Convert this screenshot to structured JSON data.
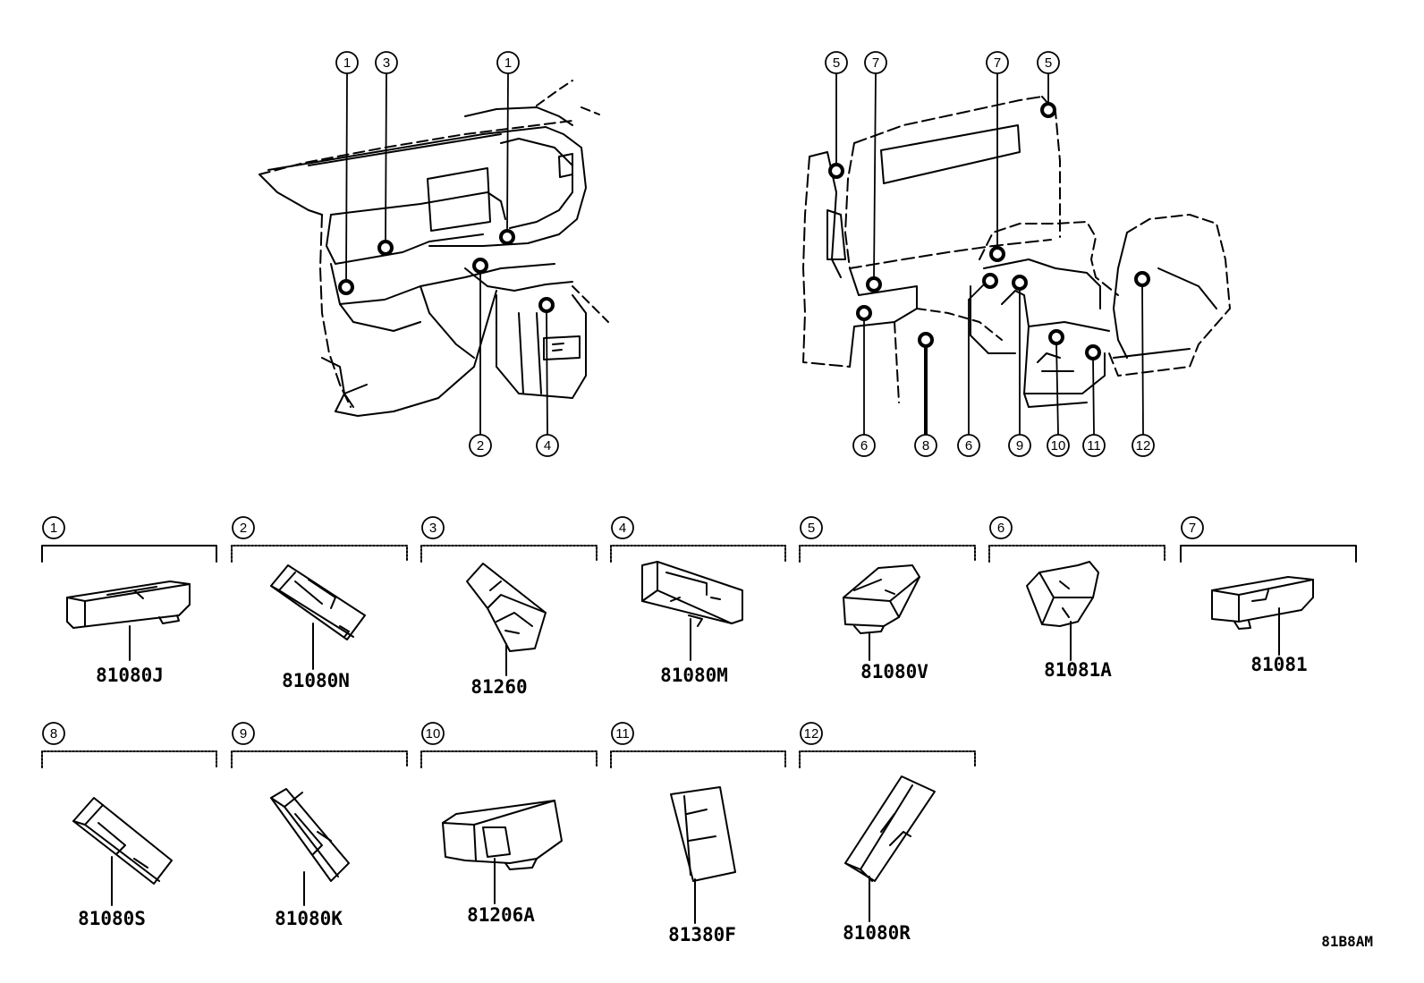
{
  "diagram": {
    "code": "81B8AM",
    "callouts_left": [
      "1",
      "3",
      "1",
      "2",
      "4"
    ],
    "callouts_right": [
      "5",
      "7",
      "7",
      "5",
      "6",
      "8",
      "6",
      "9",
      "10",
      "11",
      "12"
    ],
    "panels": [
      {
        "num": "1",
        "part": "81080J"
      },
      {
        "num": "2",
        "part": "81080N"
      },
      {
        "num": "3",
        "part": "81260"
      },
      {
        "num": "4",
        "part": "81080M"
      },
      {
        "num": "5",
        "part": "81080V"
      },
      {
        "num": "6",
        "part": "81081A"
      },
      {
        "num": "7",
        "part": "81081"
      },
      {
        "num": "8",
        "part": "81080S"
      },
      {
        "num": "9",
        "part": "81080K"
      },
      {
        "num": "10",
        "part": "81206A"
      },
      {
        "num": "11",
        "part": "81380F"
      },
      {
        "num": "12",
        "part": "81080R"
      }
    ]
  }
}
